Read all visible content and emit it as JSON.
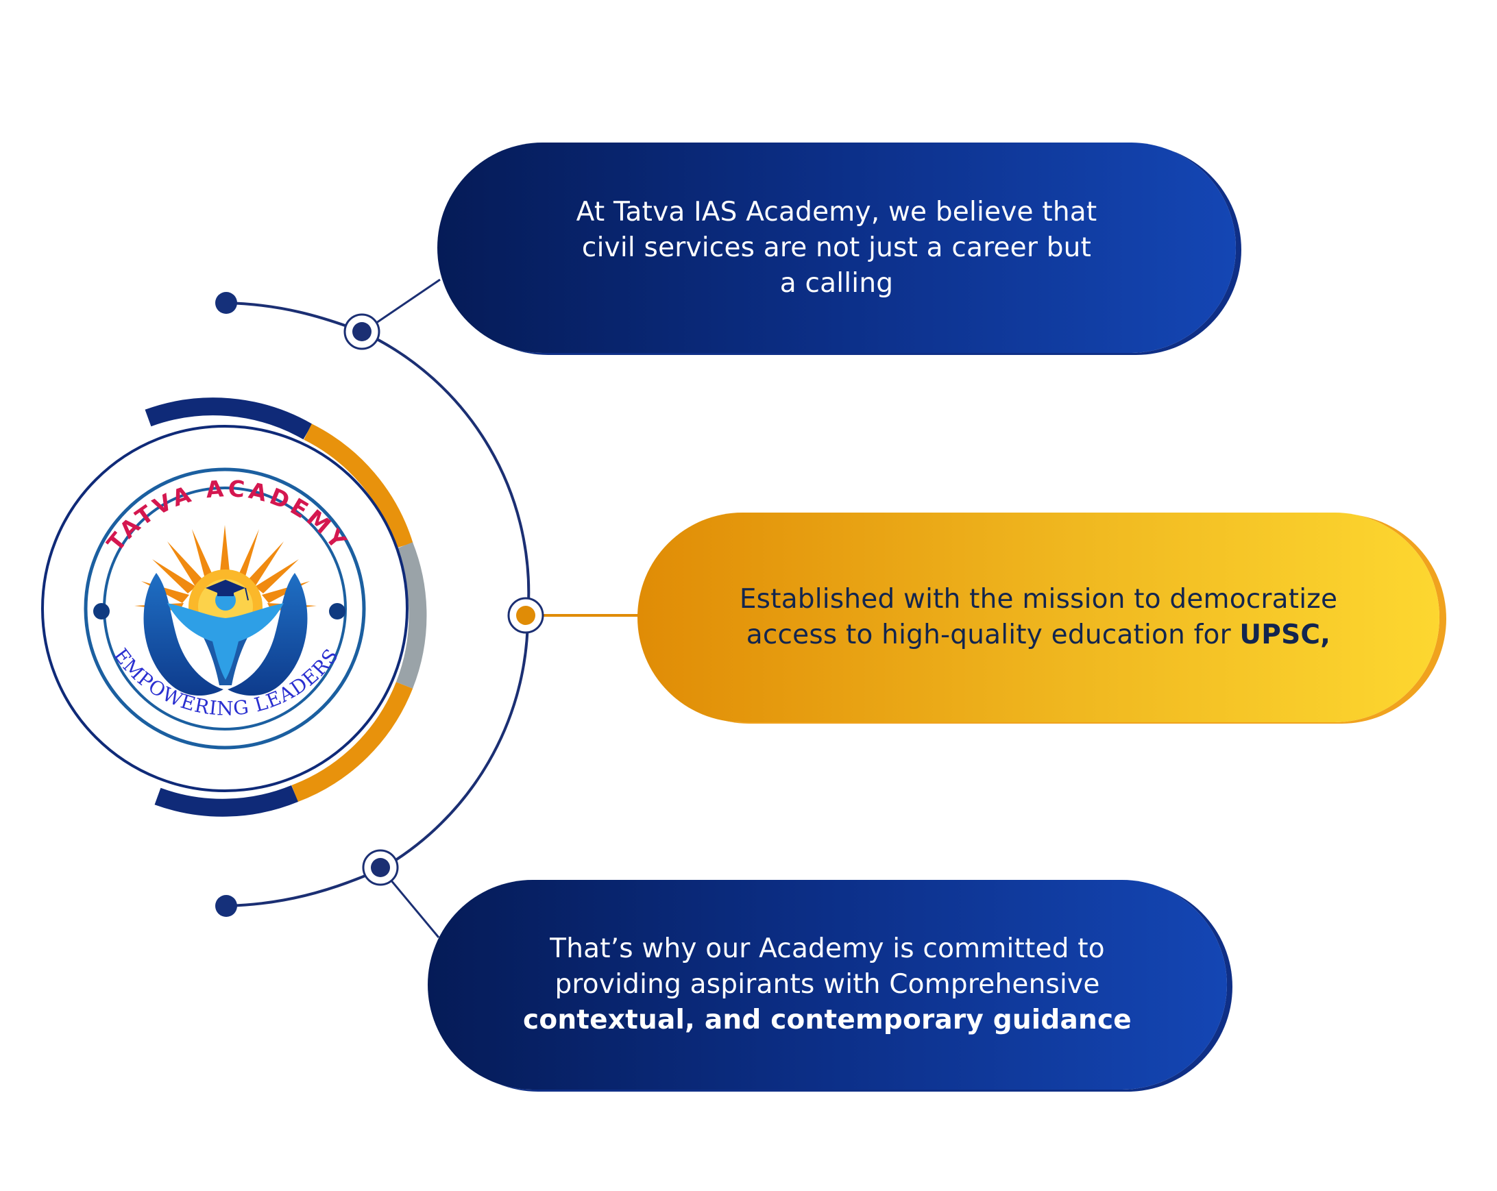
{
  "logo": {
    "name": "TATVA ACADEMY",
    "tagline": "EMPOWERING LEADERS",
    "colors": {
      "navy": "#0f2a78",
      "orange": "#e8920c",
      "gray": "#9aa3a8",
      "crimson": "#d4174f",
      "royal": "#2a2fd0",
      "sky": "#2e9fe6"
    }
  },
  "points": [
    {
      "text": "At Tatva IAS Academy, we believe that civil services are not just a career but a calling",
      "bold": ""
    },
    {
      "text": "Established with the mission to democratize access to high-quality education for",
      "bold": "UPSC,"
    },
    {
      "text": "That’s why our Academy is committed to providing aspirants with Comprehensive",
      "bold": "contextual, and contemporary guidance"
    }
  ],
  "colors": {
    "blue_pill": "#0c2f88",
    "gold_pill": "#f0b820",
    "connector_navy": "#1b2f73",
    "connector_orange": "#e08c06"
  }
}
